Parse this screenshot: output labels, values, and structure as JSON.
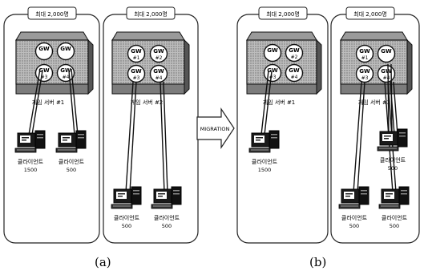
{
  "panels": {
    "a": {
      "caption": "(a)",
      "server1": {
        "cap_label": "최대 2,000명",
        "gw": [
          "GW",
          "GW",
          "GW",
          "GW"
        ],
        "gw_sub": [
          "",
          "",
          "#3",
          "#4"
        ],
        "name": "게임 서버 #1",
        "clients": [
          {
            "label": "클라이언트",
            "count": "1500"
          },
          {
            "label": "클라이언트",
            "count": "500"
          }
        ]
      },
      "server2": {
        "cap_label": "최대 2,000명",
        "gw": [
          "GW",
          "GW",
          "GW",
          "GW"
        ],
        "gw_sub": [
          "#1",
          "#2",
          "#3",
          "#4"
        ],
        "name": "게임 서버 #2",
        "clients": [
          {
            "label": "클라이언트",
            "count": "500"
          },
          {
            "label": "클라이언트",
            "count": "500"
          }
        ]
      }
    },
    "arrow_label": "MIGRATION",
    "b": {
      "caption": "(b)",
      "server1": {
        "cap_label": "최대 2,000명",
        "gw": [
          "GW",
          "GW",
          "GW",
          "GW"
        ],
        "gw_sub": [
          "",
          "#2",
          "#3",
          "#4"
        ],
        "name": "게임 서버 #1",
        "clients": [
          {
            "label": "클라이언트",
            "count": "1500"
          }
        ]
      },
      "server2": {
        "cap_label": "최대 2,000명",
        "gw": [
          "GW",
          "GW",
          "GW",
          "GW"
        ],
        "gw_sub": [
          "#1",
          "",
          "#3",
          "#4"
        ],
        "name": "게임 서버 #2",
        "clients": [
          {
            "label": "클라이언트",
            "count": "500"
          },
          {
            "label": "클라이언트",
            "count": "500"
          },
          {
            "label": "클라이언트",
            "count": "500"
          }
        ]
      }
    }
  }
}
